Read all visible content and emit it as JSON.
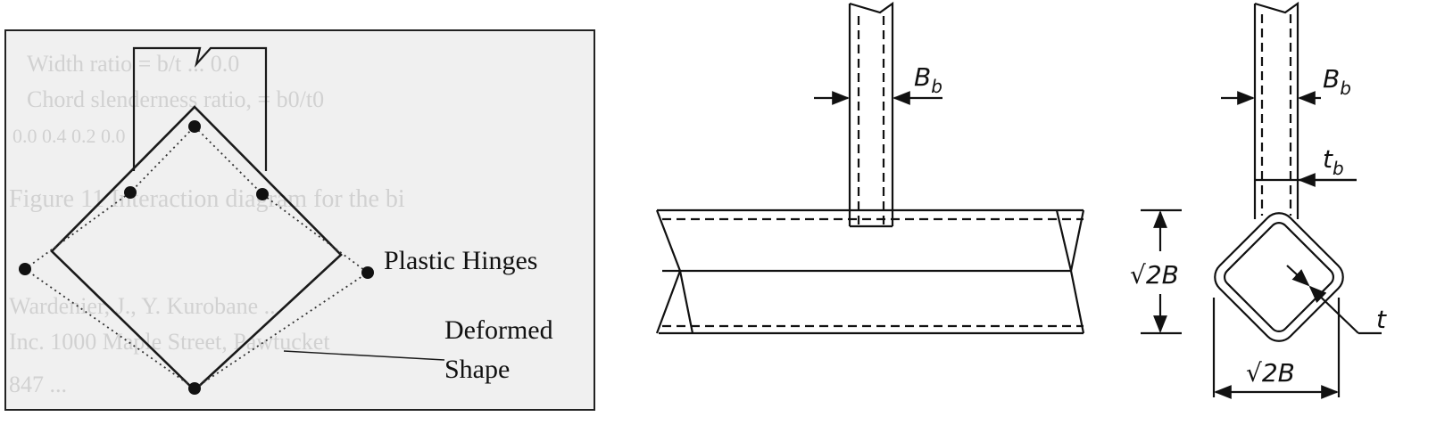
{
  "left_figure": {
    "labels": {
      "plastic_hinges": "Plastic Hinges",
      "deformed_line1": "Deformed",
      "deformed_line2": "Shape"
    },
    "bleed_through_text": [
      "Width ratio = b/t ... 0.0",
      "Chord slenderness ratio, = b0/t0",
      "0.0   0.4   0.2   0.0",
      "Figure 11  Interaction diagram for the bi",
      "Wardenier, J., Y. Kurobane ...",
      "Inc. 1000 Maple Street, Pawtucket",
      "847 ..."
    ]
  },
  "right_figure": {
    "labels": {
      "brace_width_side": "B_b",
      "brace_width_end": "B_b",
      "brace_thickness": "t_b",
      "chord_thickness": "t",
      "chord_height": "√2B",
      "chord_width": "√2B"
    }
  }
}
